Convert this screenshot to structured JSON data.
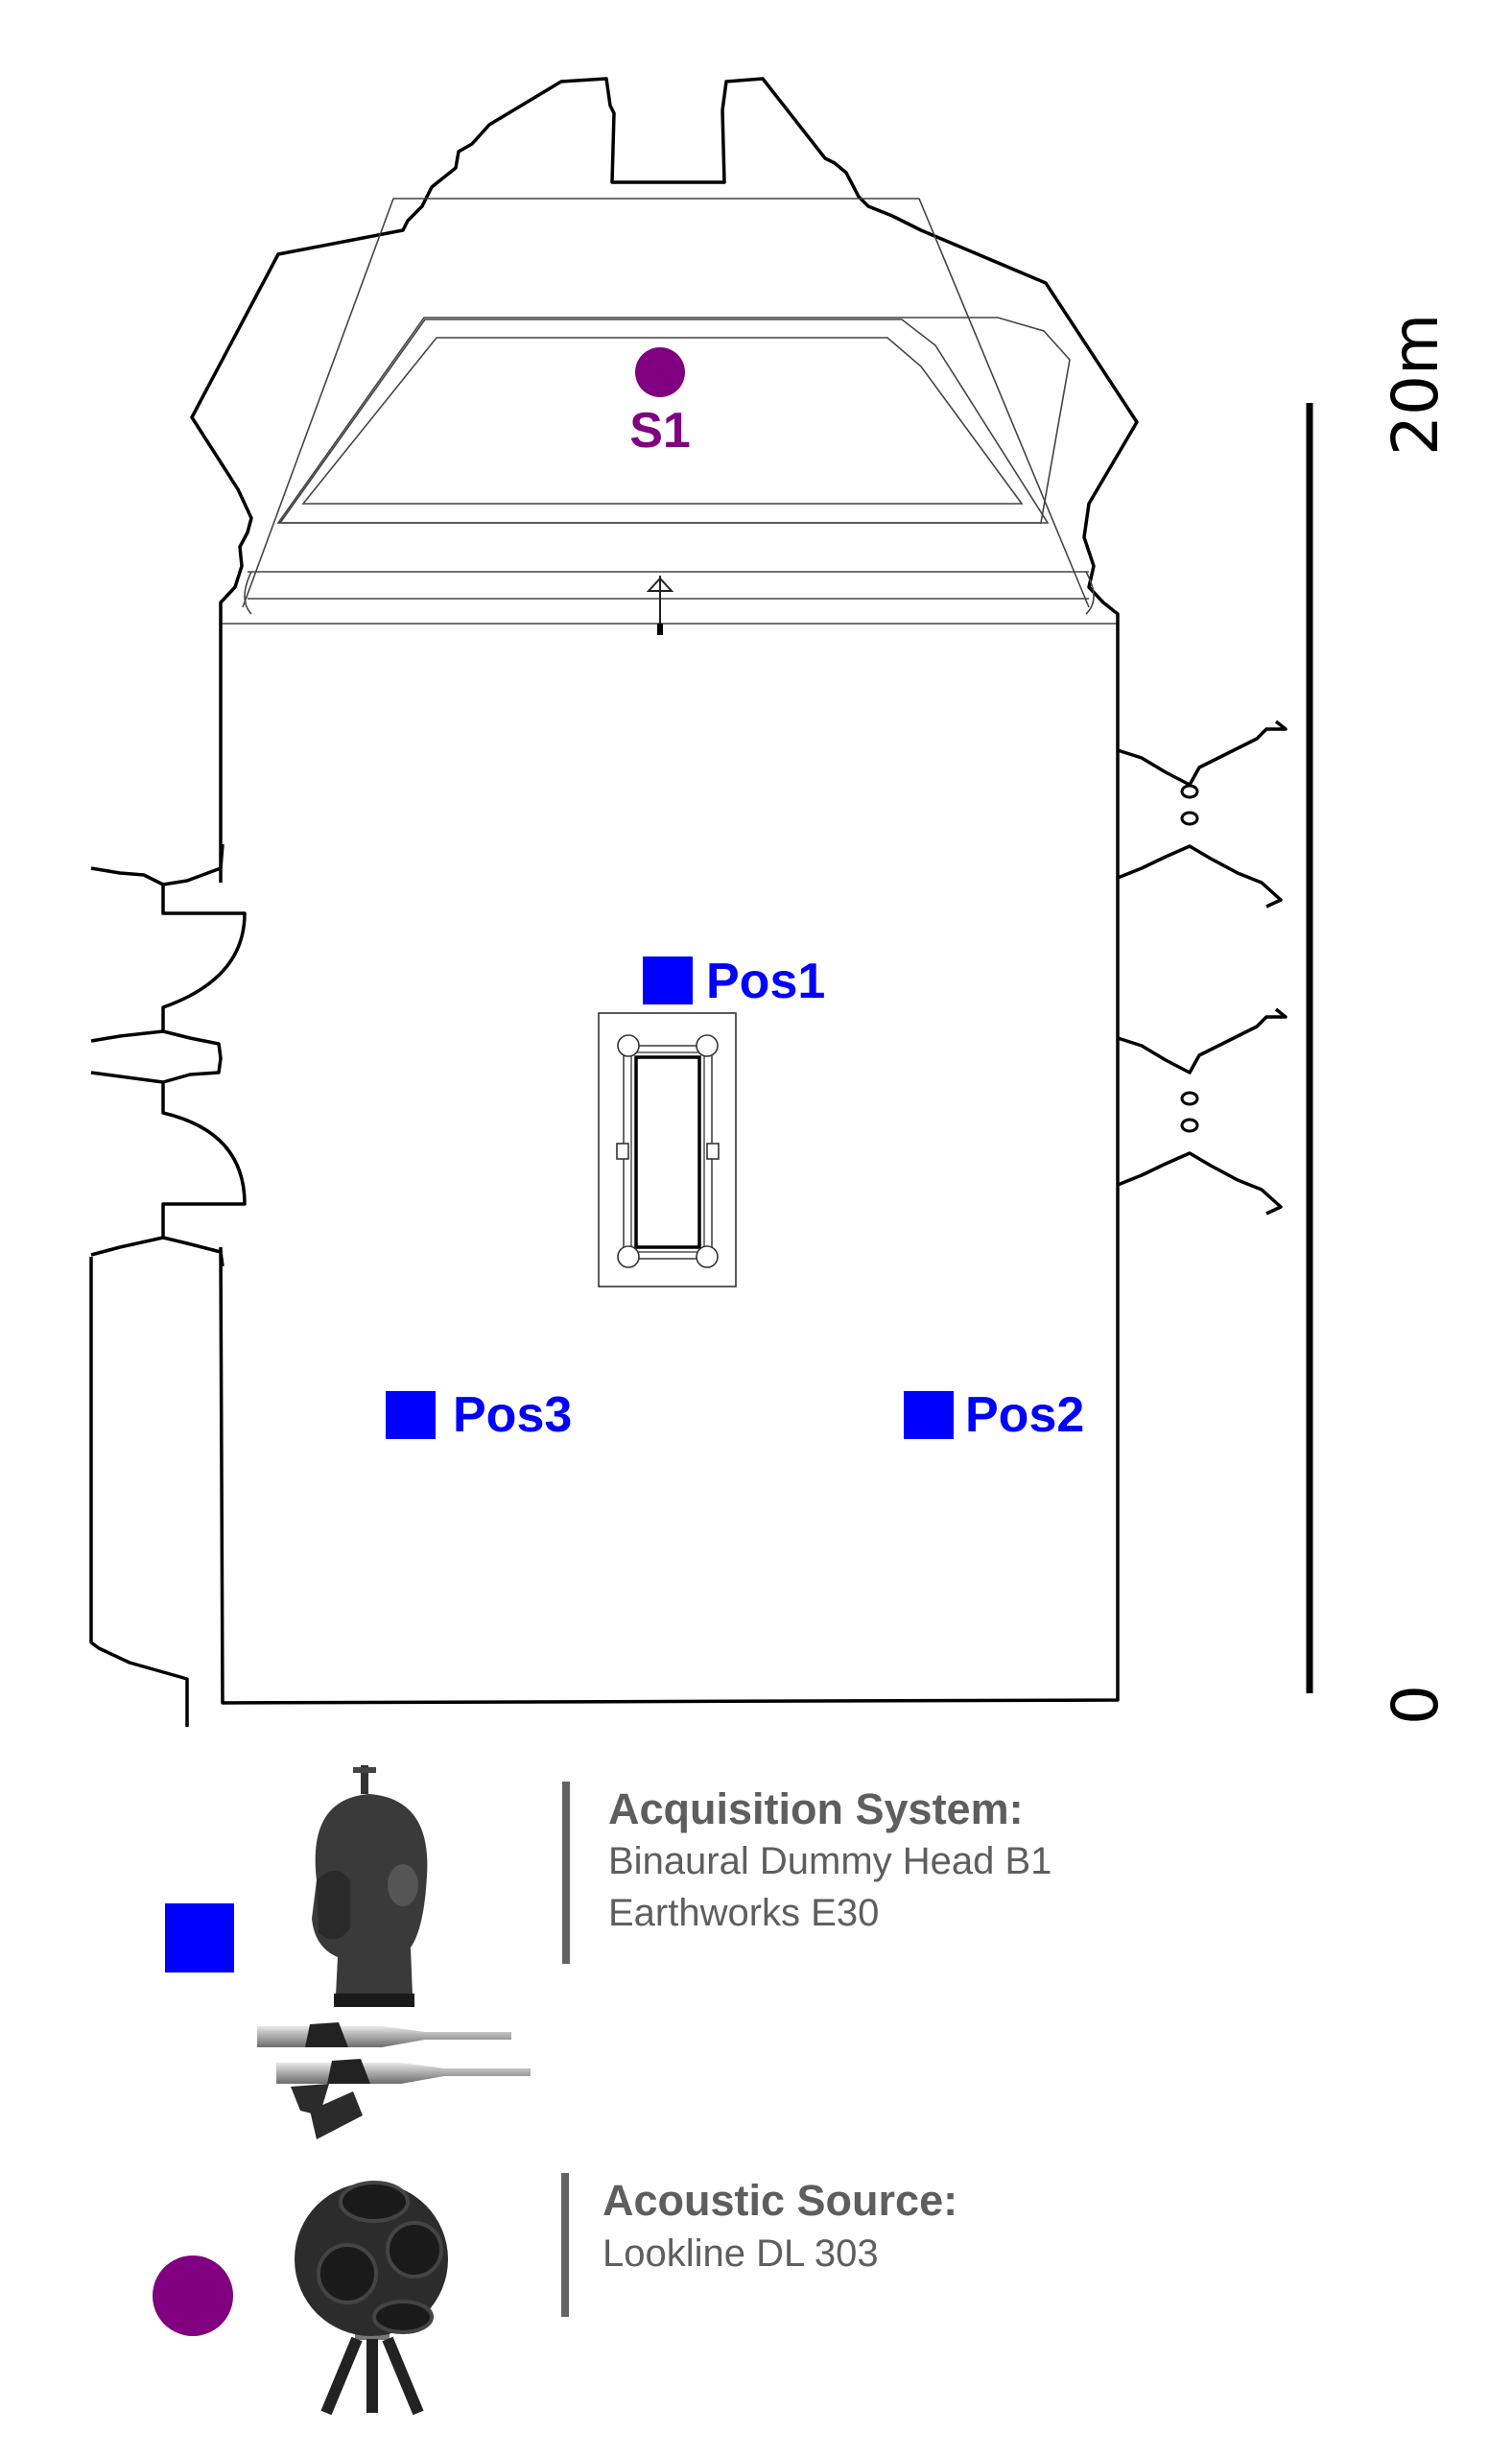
{
  "colors": {
    "receiver": "#0000ff",
    "source": "#800080",
    "walls": "#000000",
    "legend_text": "#5e5e5e"
  },
  "plan": {
    "source": {
      "label": "S1"
    },
    "positions": [
      {
        "label": "Pos1"
      },
      {
        "label": "Pos2"
      },
      {
        "label": "Pos3"
      }
    ],
    "scale_bar": {
      "top_label": "20m",
      "bottom_label": "0",
      "length_m": 20
    }
  },
  "legend": {
    "acquisition": {
      "marker": "blue-square",
      "title": "Acquisition System:",
      "lines": [
        "Binaural Dummy Head B1",
        "Earthworks E30"
      ],
      "icons": [
        "dummy-head-icon",
        "microphone-icon"
      ]
    },
    "source": {
      "marker": "purple-circle",
      "title": "Acoustic Source:",
      "lines": [
        "Lookline DL 303"
      ],
      "icons": [
        "dodecahedron-speaker-icon"
      ]
    }
  }
}
